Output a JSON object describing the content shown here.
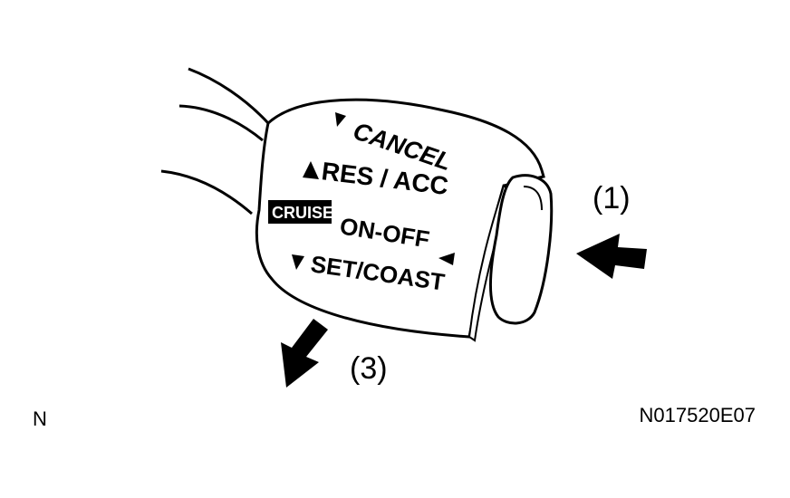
{
  "lever_labels": {
    "cancel": "CANCEL",
    "res_acc": "RES / ACC",
    "cruise": "CRUISE",
    "on_off": "ON-OFF",
    "set_coast": "SET/COAST"
  },
  "callouts": {
    "push": "(1)",
    "pull": "(3)"
  },
  "corner_left": "N",
  "figure_code": "N017520E07"
}
